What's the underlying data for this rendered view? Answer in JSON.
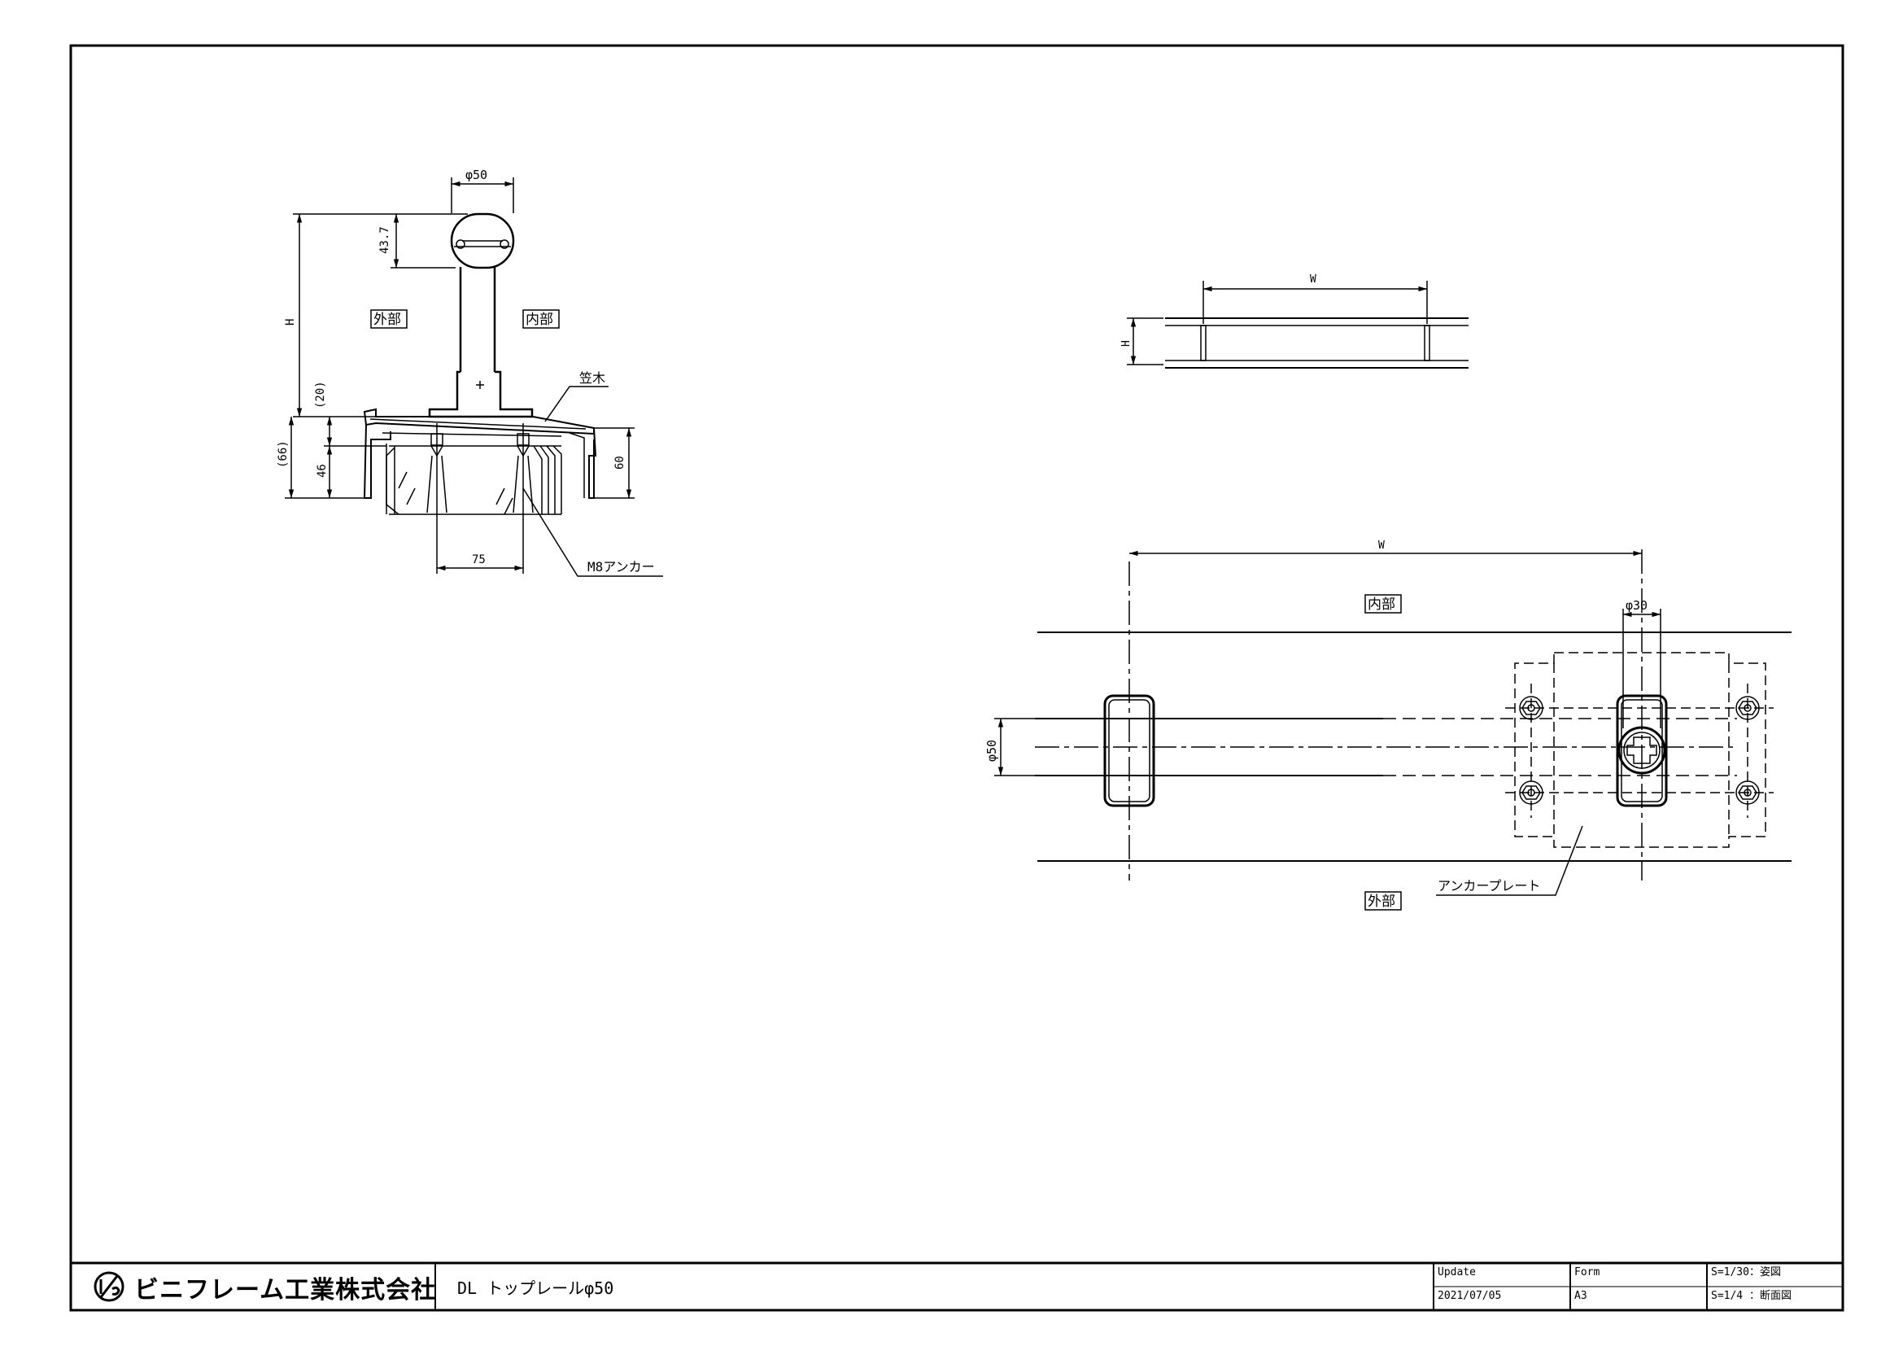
{
  "company": {
    "logo_icon": "company-logo-icon",
    "name": "ビニフレーム工業株式会社"
  },
  "title_block": {
    "title": "DL トップレールφ50",
    "update_label": "Update",
    "update_date": "2021/07/05",
    "form_label": "Form",
    "form_value": "A3",
    "scale_elevation": "S=1/30：姿図",
    "scale_section": "S=1/4 ：断面図"
  },
  "section_view": {
    "dim_pipe_dia": "φ50",
    "dim_head": "43.7",
    "dim_height": "H",
    "dim_20": "(20)",
    "dim_66": "(66)",
    "dim_46": "46",
    "dim_60": "60",
    "dim_75": "75",
    "label_outside": "外部",
    "label_inside": "内部",
    "callout_kasagi": "笠木",
    "callout_anchor": "M8アンカー"
  },
  "elevation_view": {
    "dim_width": "W",
    "dim_height": "H"
  },
  "plan_view": {
    "dim_width": "W",
    "dim_post_dia": "φ30",
    "dim_rail_dia": "φ50",
    "label_inside": "内部",
    "label_outside": "外部",
    "callout_plate": "アンカープレート"
  }
}
